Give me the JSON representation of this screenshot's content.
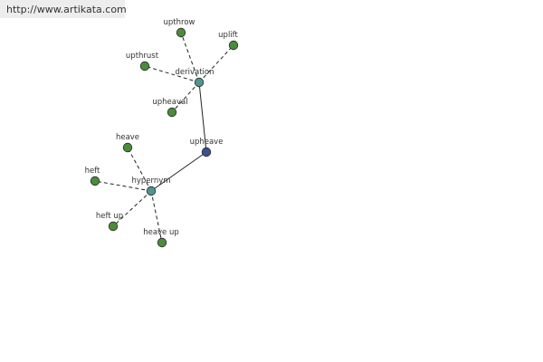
{
  "header": {
    "url": "http://www.artikata.com"
  },
  "colors": {
    "center_node": "#3b4f91",
    "relation_node": "#4e958f",
    "leaf_node": "#4c8a3c",
    "node_stroke": "#2b2b2b",
    "edge": "#222222"
  },
  "graph": {
    "nodes": [
      {
        "id": "upheave",
        "label": "upheave",
        "kind": "center"
      },
      {
        "id": "derivation",
        "label": "derivation",
        "kind": "relation"
      },
      {
        "id": "hypernym",
        "label": "hypernym",
        "kind": "relation"
      },
      {
        "id": "upthrow",
        "label": "upthrow",
        "kind": "leaf"
      },
      {
        "id": "uplift",
        "label": "uplift",
        "kind": "leaf"
      },
      {
        "id": "upthrust",
        "label": "upthrust",
        "kind": "leaf"
      },
      {
        "id": "upheaval",
        "label": "upheaval",
        "kind": "leaf"
      },
      {
        "id": "heave",
        "label": "heave",
        "kind": "leaf"
      },
      {
        "id": "heft",
        "label": "heft",
        "kind": "leaf"
      },
      {
        "id": "heft-up",
        "label": "heft up",
        "kind": "leaf"
      },
      {
        "id": "heave-up",
        "label": "heave up",
        "kind": "leaf"
      }
    ],
    "edges": [
      {
        "from": "upheave",
        "to": "derivation",
        "style": "solid"
      },
      {
        "from": "upheave",
        "to": "hypernym",
        "style": "solid"
      },
      {
        "from": "derivation",
        "to": "upthrow",
        "style": "dashed"
      },
      {
        "from": "derivation",
        "to": "uplift",
        "style": "dashed"
      },
      {
        "from": "derivation",
        "to": "upthrust",
        "style": "dashed"
      },
      {
        "from": "derivation",
        "to": "upheaval",
        "style": "dashed"
      },
      {
        "from": "hypernym",
        "to": "heave",
        "style": "dashed"
      },
      {
        "from": "hypernym",
        "to": "heft",
        "style": "dashed"
      },
      {
        "from": "hypernym",
        "to": "heft-up",
        "style": "dashed"
      },
      {
        "from": "hypernym",
        "to": "heave-up",
        "style": "dashed"
      }
    ]
  }
}
